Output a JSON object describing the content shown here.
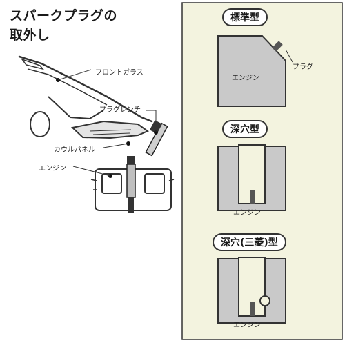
{
  "title": {
    "line1": "スパークプラグの",
    "line2": "取外し"
  },
  "left_diagram": {
    "labels": {
      "windshield": "フロントガラス",
      "wrench": "プラグレンチ",
      "cowl_panel": "カウルパネル",
      "engine": "エンジン"
    }
  },
  "right_panel": {
    "standard": {
      "badge": "標準型",
      "engine": "エンジン",
      "plug": "プラグ"
    },
    "deep": {
      "badge": "深穴型",
      "engine": "エンジン"
    },
    "deep_mitsubishi": {
      "badge": "深穴(三菱)型",
      "engine": "エンジン"
    }
  },
  "colors": {
    "panel_bg": "#f3f3df",
    "engine_gray": "#c9c9c9",
    "line": "#333333"
  }
}
